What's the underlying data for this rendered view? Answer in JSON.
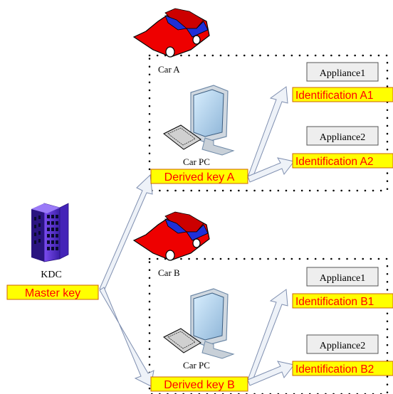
{
  "kdc": {
    "label": "KDC",
    "master_key": "Master key"
  },
  "car_a": {
    "label": "Car A",
    "pc_label": "Car PC",
    "derived_key": "Derived key A",
    "appliances": [
      {
        "label": "Appliance1",
        "identification": "Identification A1"
      },
      {
        "label": "Appliance2",
        "identification": "Identification A2"
      }
    ]
  },
  "car_b": {
    "label": "Car B",
    "pc_label": "Car PC",
    "derived_key": "Derived key B",
    "appliances": [
      {
        "label": "Appliance1",
        "identification": "Identification B1"
      },
      {
        "label": "Appliance2",
        "identification": "Identification B2"
      }
    ]
  },
  "colors": {
    "key_fill": "#ffff00",
    "key_text": "#ff0000",
    "key_border": "#cc6600",
    "appliance_fill": "#eeeeee",
    "arrow_fill": "#eef2f8",
    "arrow_stroke": "#7f8fb0",
    "car_body": "#ee0000",
    "car_window": "#1f2fd8",
    "building": "#5a2fd0"
  },
  "icons": [
    "building-icon",
    "car-icon",
    "computer-icon"
  ]
}
